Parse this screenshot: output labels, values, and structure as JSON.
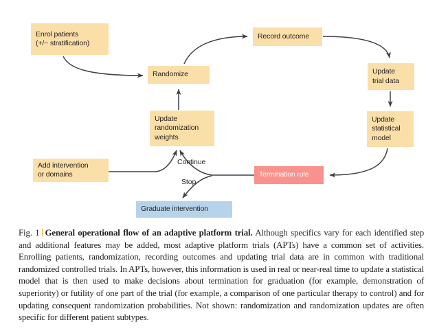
{
  "figure": {
    "type": "flow-diagram",
    "nodes": [
      {
        "id": "enrol",
        "label": "Enrol patients\n(+/− stratification)",
        "color": "#fbdfa9"
      },
      {
        "id": "randomize",
        "label": "Randomize",
        "color": "#fbdfa9"
      },
      {
        "id": "record",
        "label": "Record outcome",
        "color": "#fbdfa9"
      },
      {
        "id": "trialdata",
        "label": "Update\ntrial data",
        "color": "#fbdfa9"
      },
      {
        "id": "statmodel",
        "label": "Update\nstatistical\nmodel",
        "color": "#fbdfa9"
      },
      {
        "id": "weights",
        "label": "Update\nrandomization\nweights",
        "color": "#fbdfa9"
      },
      {
        "id": "addintv",
        "label": "Add intervention\nor domains",
        "color": "#fbdfa9"
      },
      {
        "id": "termination",
        "label": "Termination rule",
        "color": "#f9928c"
      },
      {
        "id": "graduate",
        "label": "Graduate intervention",
        "color": "#b6d3ea"
      }
    ],
    "edge_labels": {
      "continue": "Continue",
      "stop": "Stop"
    },
    "arrow_color": "#3b4049"
  },
  "caption": {
    "figure_number": "Fig. 1",
    "title": "General operational flow of an adaptive platform trial.",
    "body": " Although specifics vary for each identified step and additional features may be added, most adaptive platform trials (APTs) have a common set of activities. Enrolling patients, randomization, recording outcomes and updating trial data are in common with traditional randomized controlled trials. In APTs, however, this information is used in real or near-real time to update a statistical model that is then used to make decisions about termination for graduation (for example, demonstration of superiority) or futility of one part of the trial (for example, a comparison of one particular therapy to control) and for updating consequent randomization probabilities. Not shown: randomization and randomization updates are often specific for different patient subtypes."
  }
}
